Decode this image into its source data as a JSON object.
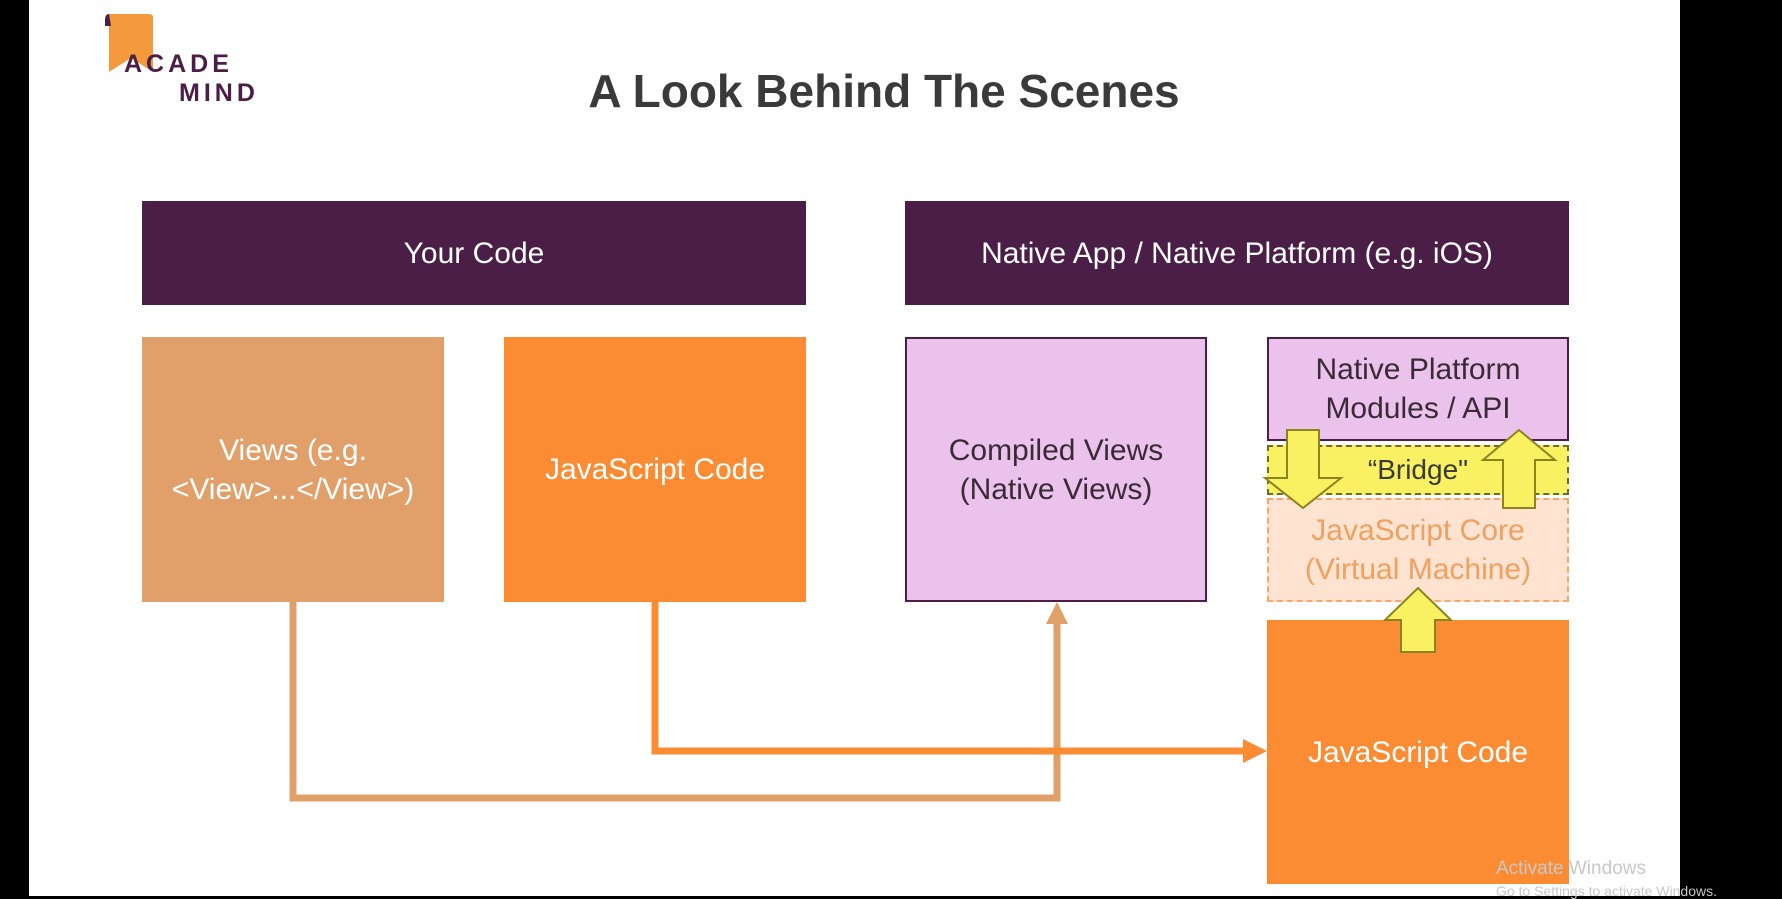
{
  "logo": {
    "line1": "ACADE",
    "line2": "MIND"
  },
  "title": "A Look Behind The Scenes",
  "left_header": "Your Code",
  "right_header": "Native App / Native Platform (e.g. iOS)",
  "views_box": "Views (e.g. <View>...</View>)",
  "js_code_box": "JavaScript Code",
  "compiled_views_box": "Compiled Views (Native Views)",
  "native_modules_box": "Native Platform Modules / API",
  "bridge_box": "“Bridge\"",
  "js_core_box": "JavaScript Core (Virtual Machine)",
  "js_code_native_box": "JavaScript Code",
  "watermark": {
    "line1": "Activate Windows",
    "line2": "Go to Settings to activate Windows."
  },
  "colors": {
    "header": "#4a1e46",
    "views": "#e1a06a",
    "javascript": "#fc8c33",
    "native": "#ebc2eb",
    "bridge": "#f9f161",
    "core": "#fde3d0",
    "logo_accent": "#f59a3c"
  }
}
